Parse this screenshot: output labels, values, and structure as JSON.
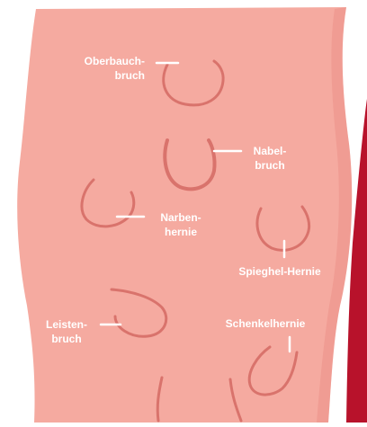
{
  "colors": {
    "background_red": "#B8122B",
    "skin": "#F5AAA0",
    "skin_shadow": "#E8857C",
    "hernia_outline": "#D9736C",
    "label_text": "#FFFFFF",
    "leader_line": "#FFFFFF"
  },
  "labels": {
    "oberbauchbruch": {
      "line1": "Oberbauch-",
      "line2": "bruch"
    },
    "nabelbruch": {
      "line1": "Nabel-",
      "line2": "bruch"
    },
    "narbenhernie": {
      "line1": "Narben-",
      "line2": "hernie"
    },
    "spieghel_hernie": {
      "line1": "Spieghel-Hernie"
    },
    "leistenbruch": {
      "line1": "Leisten-",
      "line2": "bruch"
    },
    "schenkelhernie": {
      "line1": "Schenkelhernie"
    }
  }
}
